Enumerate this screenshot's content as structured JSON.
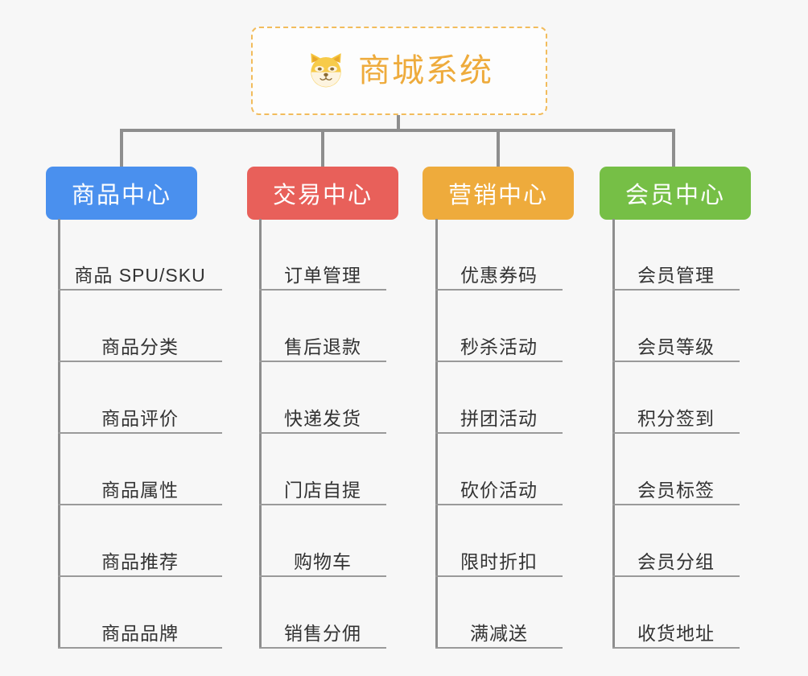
{
  "page": {
    "title": "商城系统",
    "background_color": "#f7f7f7",
    "line_color": "#8e8e8e"
  },
  "root": {
    "label": "商城系统",
    "icon": "shiba-dog-icon",
    "text_color": "#eeab3c",
    "border_color": "#f2bc5c",
    "background_color": "#fdfdfd"
  },
  "columns": [
    {
      "label": "商品中心",
      "color": "#4a90ee",
      "items": [
        "商品 SPU/SKU",
        "商品分类",
        "商品评价",
        "商品属性",
        "商品推荐",
        "商品品牌"
      ]
    },
    {
      "label": "交易中心",
      "color": "#e8605a",
      "items": [
        "订单管理",
        "售后退款",
        "快递发货",
        "门店自提",
        "购物车",
        "销售分佣"
      ]
    },
    {
      "label": "营销中心",
      "color": "#eeab3c",
      "items": [
        "优惠券码",
        "秒杀活动",
        "拼团活动",
        "砍价活动",
        "限时折扣",
        "满减送"
      ]
    },
    {
      "label": "会员中心",
      "color": "#76bf46",
      "items": [
        "会员管理",
        "会员等级",
        "积分签到",
        "会员标签",
        "会员分组",
        "收货地址"
      ]
    }
  ]
}
